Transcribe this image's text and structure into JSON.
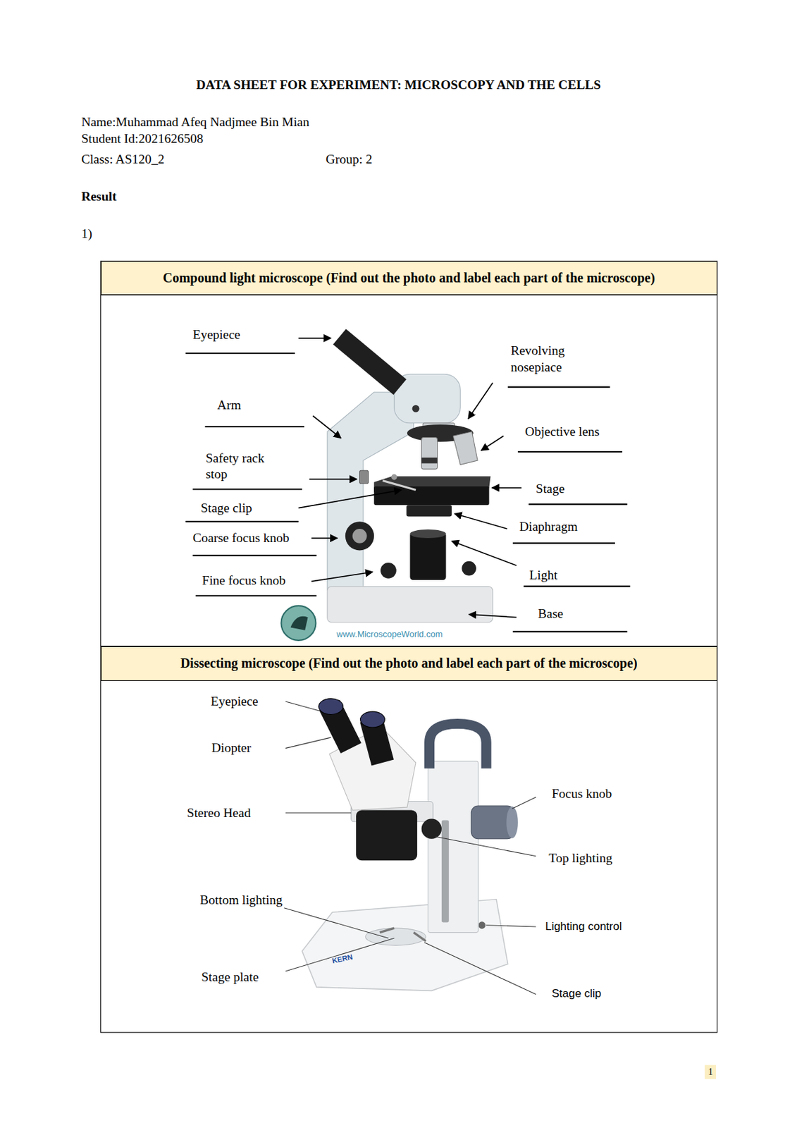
{
  "diagram": {
    "title": "DATA SHEET FOR EXPERIMENT: MICROSCOPY AND THE CELLS",
    "nodes": [
      {
        "text": [
          "Compound light microscope (Find out the photo and label each part of the microscope)"
        ]
      },
      {
        "text": [
          "Dissecting microscope (Find out the photo and label each part of the microscope)"
        ]
      }
    ],
    "labels": [
      "Name:Muhammad Afeq Nadjmee Bin Mian",
      "Student Id:2021626508",
      "Class: AS120_2",
      "Group: 2",
      "Result",
      "1)",
      "Eyepiece",
      "Revolving nosepiace",
      "Arm",
      "Objective lens",
      "Safety rack stop",
      "Stage",
      "Stage clip",
      "Diaphragm",
      "Coarse focus knob",
      "Light",
      "Fine focus knob",
      "Base",
      "www.MicroscopeWorld.com",
      "Eyepiece",
      "Diopter",
      "Focus knob",
      "Stereo Head",
      "Top lighting",
      "Bottom lighting",
      "Lighting control",
      "Stage plate",
      "Stage clip",
      "KERN",
      "1"
    ]
  }
}
